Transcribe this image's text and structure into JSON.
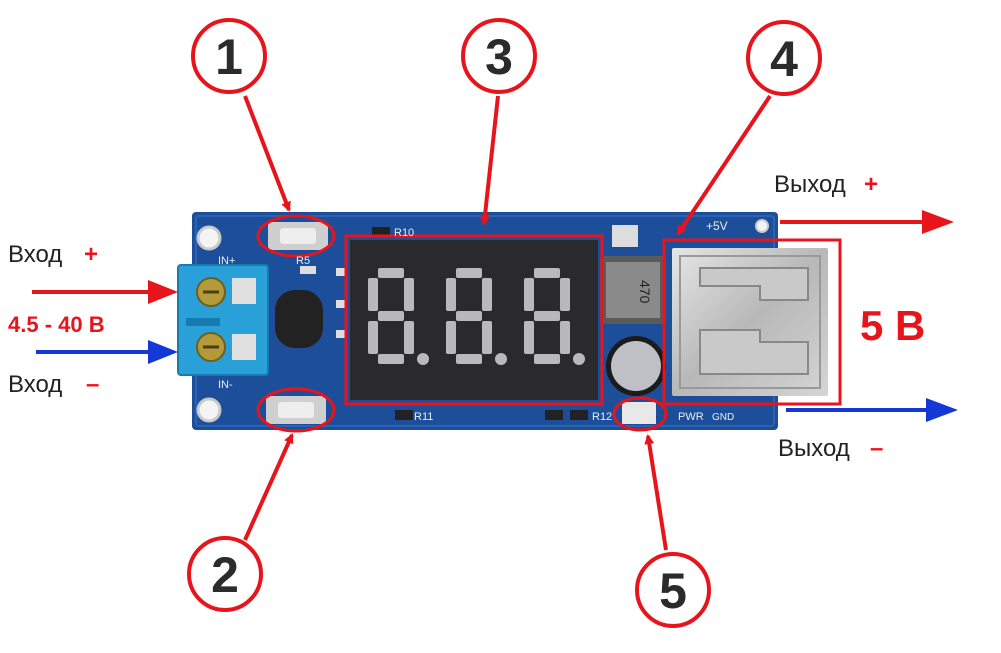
{
  "callouts": [
    "1",
    "2",
    "3",
    "4",
    "5"
  ],
  "input": {
    "plus_label": "Вход",
    "plus_sign": "+",
    "voltage": "4.5 - 40 В",
    "minus_label": "Вход",
    "minus_sign": "–"
  },
  "output": {
    "plus_label": "Выход",
    "plus_sign": "+",
    "minus_label": "Выход",
    "minus_sign": "–",
    "voltage": "5 В"
  },
  "board": {
    "silk_in_plus": "IN+",
    "silk_in_minus": "IN-",
    "silk_5v": "+5V",
    "silk_pwr": "PWR",
    "silk_gnd": "GND",
    "silk_r10": "R10",
    "silk_r11": "R11",
    "silk_r12": "R12",
    "silk_r5": "R5",
    "inductor_code": "470",
    "display_digits": [
      "8.",
      "8.",
      "8."
    ]
  },
  "colors": {
    "pcb": "#1d4e9a",
    "annotation_red": "#e8141b",
    "arrow_blue": "#1338d6",
    "display": "#2a2a2e",
    "segment": "#b9b9bd"
  }
}
